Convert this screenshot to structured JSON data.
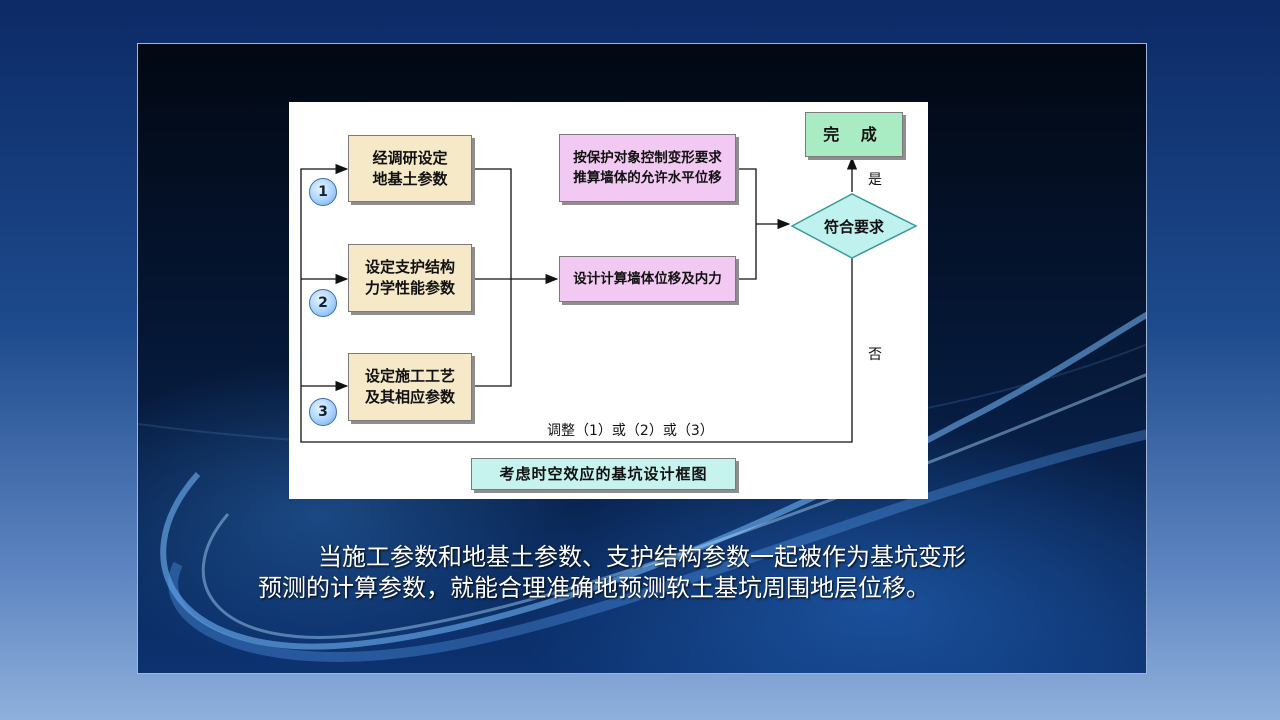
{
  "diagram": {
    "boxes": {
      "box1": "经调研设定\n地基土参数",
      "box2": "设定支护结构\n力学性能参数",
      "box3": "设定施工工艺\n及其相应参数",
      "protect": "按保护对象控制变形要求\n推算墙体的允许水平位移",
      "calc": "设计计算墙体位移及内力",
      "done": "完 成"
    },
    "decision": "符合要求",
    "yes_label": "是",
    "no_label": "否",
    "adjust_label": "调整（1）或（2）或（3）",
    "numbers": [
      "1",
      "2",
      "3"
    ],
    "title": "考虑时空效应的基坑设计框图",
    "colors": {
      "tan": "#f5e9c8",
      "pink": "#f2c9f2",
      "green": "#a9ecc3",
      "diamond": "#bff2ef",
      "caption_box": "#c6f3ee"
    }
  },
  "caption": {
    "line1": "当施工参数和地基土参数、支护结构参数一起被作为基坑变形",
    "line2": "预测的计算参数，就能合理准确地预测软土基坑周围地层位移。"
  }
}
